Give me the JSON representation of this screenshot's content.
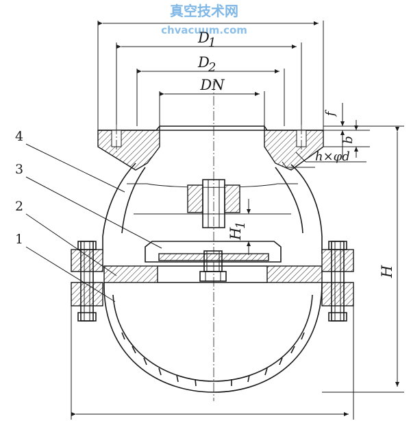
{
  "watermark": {
    "chinese": "真空技术网",
    "site": "chvacuum.com"
  },
  "dimensions": {
    "d1_label": "D",
    "d1_sub": "1",
    "d2_label": "D",
    "d2_sub": "2",
    "dn_label": "DN",
    "f_label": "f",
    "b_label": "b",
    "bolt_label": "h×φd",
    "h1_label": "H",
    "h1_sub": "1",
    "h_label": "H"
  },
  "part_labels": [
    "4",
    "3",
    "2",
    "1"
  ]
}
